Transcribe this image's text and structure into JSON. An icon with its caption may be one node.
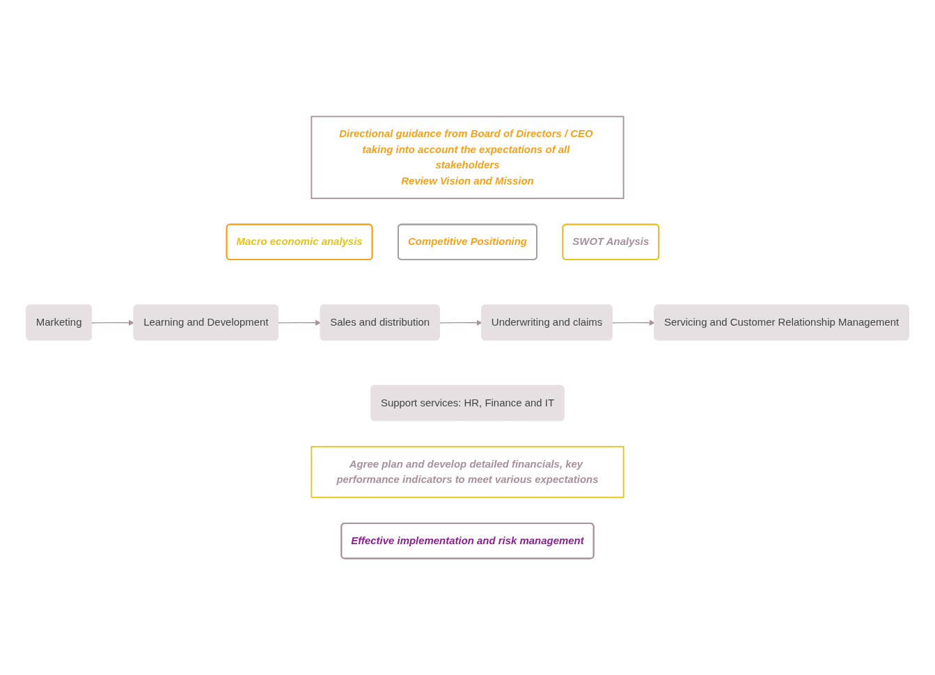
{
  "diagram": {
    "nodes": [
      {
        "text": [
          "Directional guidance from Board of Directors / CEO taking into account the expectations of all stakeholders",
          "Review Vision and Mission"
        ]
      },
      {
        "text": [
          "Macro economic analysis"
        ]
      },
      {
        "text": [
          "Competitive Positioning"
        ]
      },
      {
        "text": [
          "SWOT Analysis"
        ]
      },
      {
        "text": [
          "Marketing"
        ]
      },
      {
        "text": [
          "Learning and Development"
        ]
      },
      {
        "text": [
          "Sales and distribution"
        ]
      },
      {
        "text": [
          "Underwriting and claims"
        ]
      },
      {
        "text": [
          "Servicing and Customer Relationship Management"
        ]
      },
      {
        "text": [
          "Support services: HR, Finance and IT"
        ]
      },
      {
        "text": [
          "Agree plan and develop detailed financials, key performance indicators to meet various expectations"
        ]
      },
      {
        "text": [
          "Effective implementation and risk management"
        ]
      }
    ],
    "edges": [
      {
        "from": 4,
        "to": 5,
        "arrow": "to"
      },
      {
        "from": 5,
        "to": 6,
        "arrow": "to"
      },
      {
        "from": 6,
        "to": 7,
        "arrow": "to"
      },
      {
        "from": 7,
        "to": 8,
        "arrow": "to"
      }
    ]
  }
}
